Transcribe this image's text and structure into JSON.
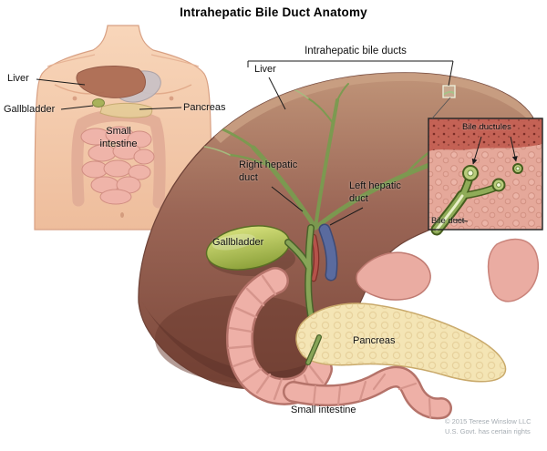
{
  "title": "Intrahepatic Bile Duct Anatomy",
  "torso": {
    "liver": "Liver",
    "gallbladder": "Gallbladder",
    "pancreas": "Pancreas",
    "small_intestine": "Small intestine"
  },
  "main": {
    "intrahepatic_bile_ducts": "Intrahepatic bile ducts",
    "liver": "Liver",
    "right_hepatic_duct": "Right hepatic duct",
    "left_hepatic_duct": "Left hepatic duct",
    "gallbladder": "Gallbladder",
    "pancreas": "Pancreas",
    "small_intestine": "Small intestine"
  },
  "inset": {
    "bile_ductules": "Bile ductules",
    "bile_duct": "Bile duct"
  },
  "credit": {
    "line1": "© 2015 Terese Winslow LLC",
    "line2": "U.S. Govt. has certain rights"
  },
  "colors": {
    "liver": "#9a6353",
    "bile_duct_green": "#7a9b50",
    "gallbladder": "#b4c45e",
    "pancreas": "#f4e5b5",
    "intestine": "#eeb0a7",
    "skin": "#f5cbad"
  }
}
